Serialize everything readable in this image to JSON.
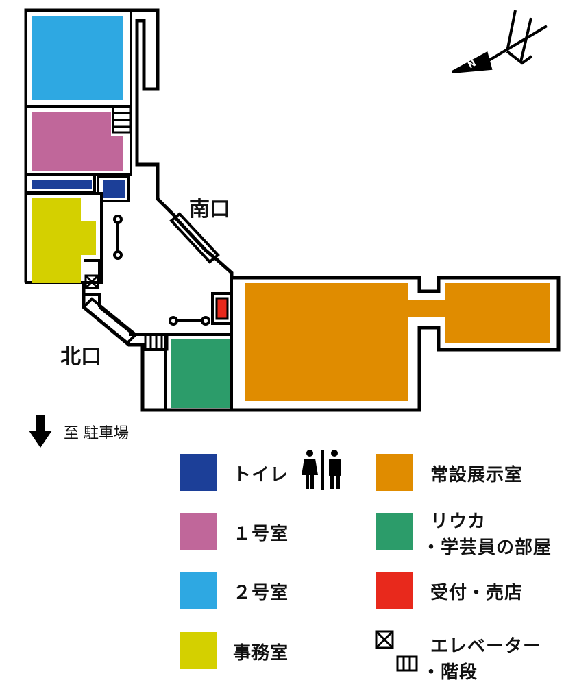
{
  "map": {
    "north_label": "N",
    "south_entrance": "南口",
    "north_entrance": "北口",
    "parking": "至 駐車場",
    "colors": {
      "toilet": "#1c3f98",
      "room1": "#c0679a",
      "room2": "#2ea8e2",
      "office": "#d4d000",
      "exhibit": "#e08c00",
      "curator": "#2c9c6a",
      "reception": "#e8291c",
      "wall": "#000000"
    }
  },
  "legend": {
    "toilet": "トイレ",
    "room1": "１号室",
    "room2": "２号室",
    "office": "事務室",
    "exhibit": "常設展示室",
    "curator_line1": "リウカ",
    "curator_line2": "・学芸員の部屋",
    "reception": "受付・売店",
    "elevator_line1": "エレベーター",
    "elevator_line2": "・階段"
  }
}
